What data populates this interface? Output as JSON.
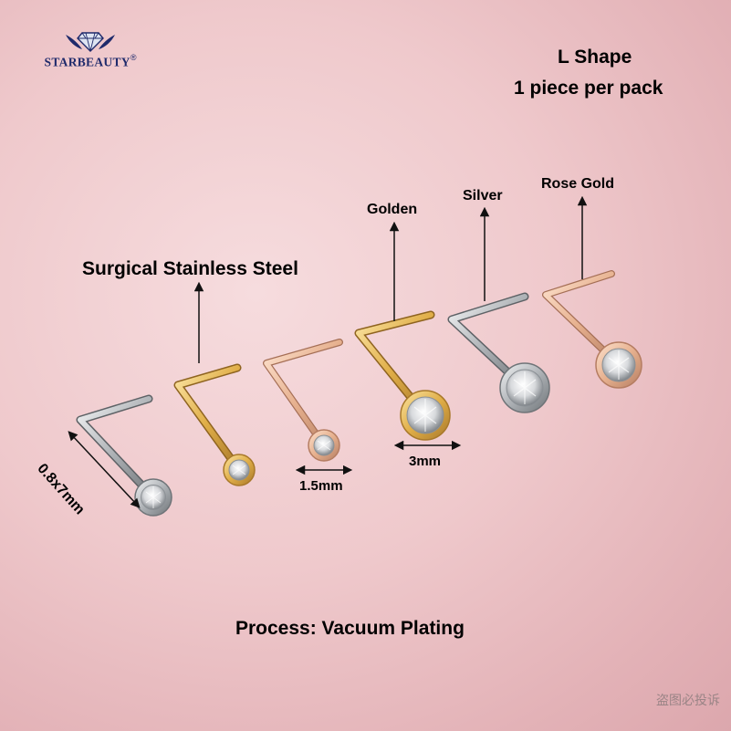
{
  "brand": {
    "name": "STARBEAUTY",
    "mark": "®",
    "logo_icon": "diamond-wings-logo-icon"
  },
  "header": {
    "line1": "L Shape",
    "line2": "1 piece per pack"
  },
  "labels": {
    "material": "Surgical Stainless Steel",
    "golden": "Golden",
    "silver": "Silver",
    "rose_gold": "Rose Gold",
    "size_pin": "0.8x7mm",
    "size_small": "1.5mm",
    "size_large": "3mm",
    "process": "Process: Vacuum Plating"
  },
  "watermark": "盗图必投诉",
  "colors": {
    "background": "#efc9cc",
    "silver": "#c8cbce",
    "gold": "#e2b24a",
    "rose_gold": "#e9b896",
    "brand_blue": "#1f2a6b"
  },
  "products": [
    {
      "finish": "silver",
      "gem_size_mm": 1.5
    },
    {
      "finish": "gold",
      "gem_size_mm": 1.5
    },
    {
      "finish": "rose_gold",
      "gem_size_mm": 1.5
    },
    {
      "finish": "gold",
      "gem_size_mm": 3
    },
    {
      "finish": "silver",
      "gem_size_mm": 3
    },
    {
      "finish": "rose_gold",
      "gem_size_mm": 3
    }
  ]
}
